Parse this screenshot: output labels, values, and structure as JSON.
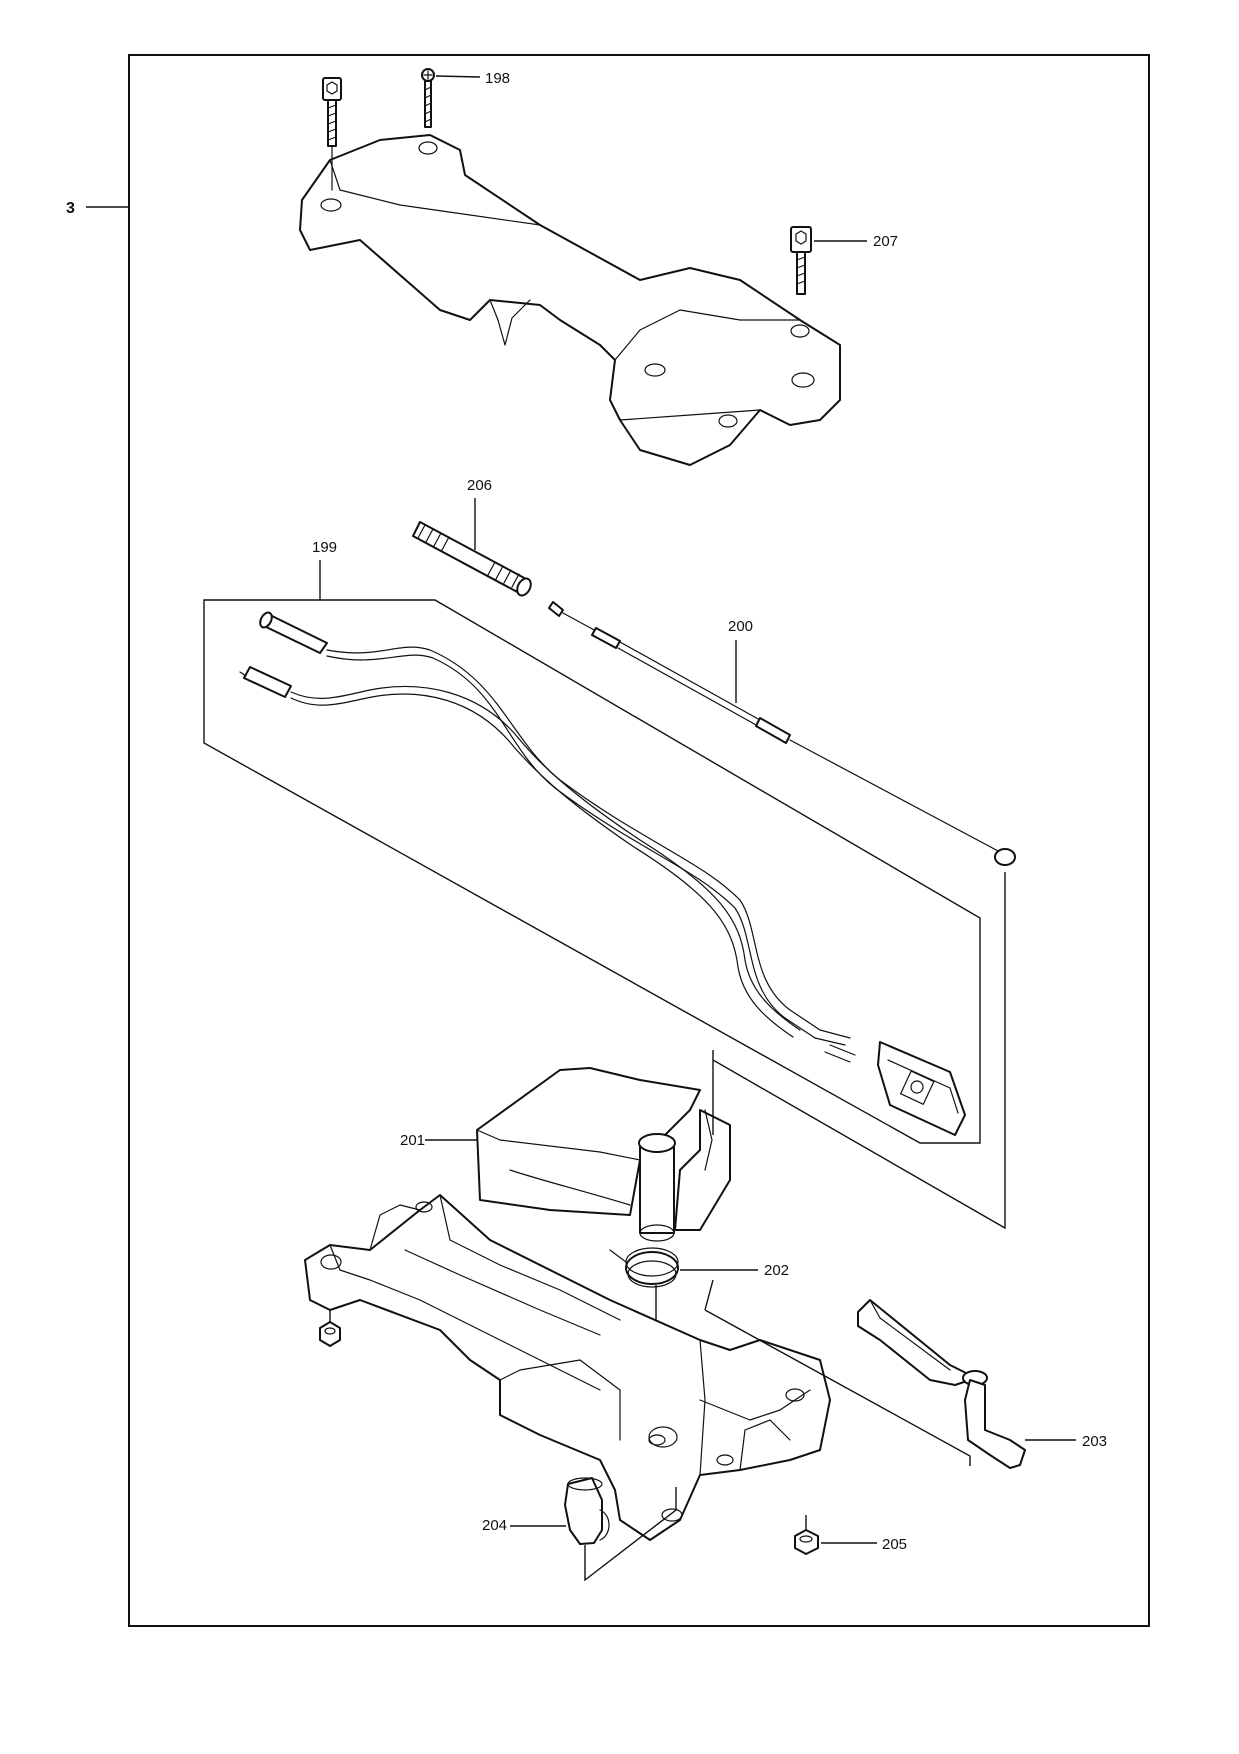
{
  "group_label": "3",
  "callouts": {
    "p198": "198",
    "p207": "207",
    "p206": "206",
    "p199": "199",
    "p200": "200",
    "p201": "201",
    "p202": "202",
    "p203": "203",
    "p204": "204",
    "p205": "205"
  }
}
